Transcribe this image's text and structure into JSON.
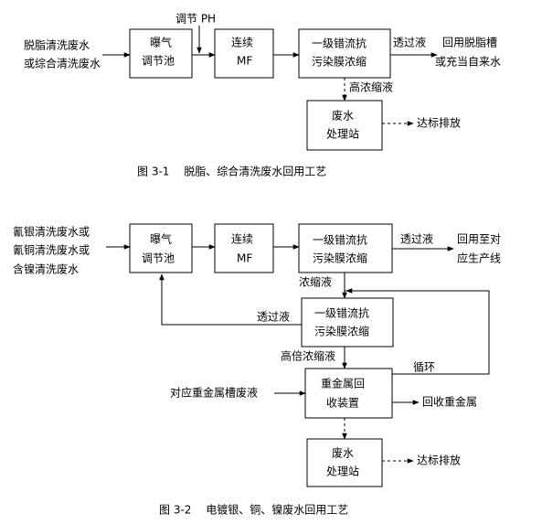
{
  "figure1": {
    "input_line1": "脱脂清洗废水",
    "input_line2": "或综合清洗废水",
    "ph_label": "调节 PH",
    "box_aeration_line1": "曝气",
    "box_aeration_line2": "调节池",
    "box_mf_line1": "连续",
    "box_mf_line2": "MF",
    "box_membrane_line1": "一级错流抗",
    "box_membrane_line2": "污染膜浓缩",
    "permeate_label": "透过液",
    "reuse_line1": "回用脱脂槽",
    "reuse_line2": "或充当自来水",
    "concentrate_label": "高浓缩液",
    "box_wastewater_line1": "废水",
    "box_wastewater_line2": "处理站",
    "discharge_label": "达标排放",
    "caption": "图 3-1　 脱脂、综合清洗废水回用工艺"
  },
  "figure2": {
    "input_line1": "氰银清洗废水或",
    "input_line2": "氰铜清洗废水或",
    "input_line3": "含镍清洗废水",
    "box_aeration_line1": "曝气",
    "box_aeration_line2": "调节池",
    "box_mf_line1": "连续",
    "box_mf_line2": "MF",
    "box_membrane1_line1": "一级错流抗",
    "box_membrane1_line2": "污染膜浓缩",
    "permeate_label": "透过液",
    "reuse_line1": "回用至对",
    "reuse_line2": "应生产线",
    "concentrate_label": "浓缩液",
    "box_membrane2_line1": "一级错流抗",
    "box_membrane2_line2": "污染膜浓缩",
    "permeate2_label": "透过液",
    "high_concentrate_label": "高倍浓缩液",
    "cycle_label": "循环",
    "metal_input_label": "对应重金属槽废液",
    "box_recovery_line1": "重金属回",
    "box_recovery_line2": "收装置",
    "recover_metal_label": "回收重金属",
    "box_wastewater_line1": "废水",
    "box_wastewater_line2": "处理站",
    "discharge_label": "达标排放",
    "caption": "图 3-2　 电镀银、铜、镍废水回用工艺"
  }
}
